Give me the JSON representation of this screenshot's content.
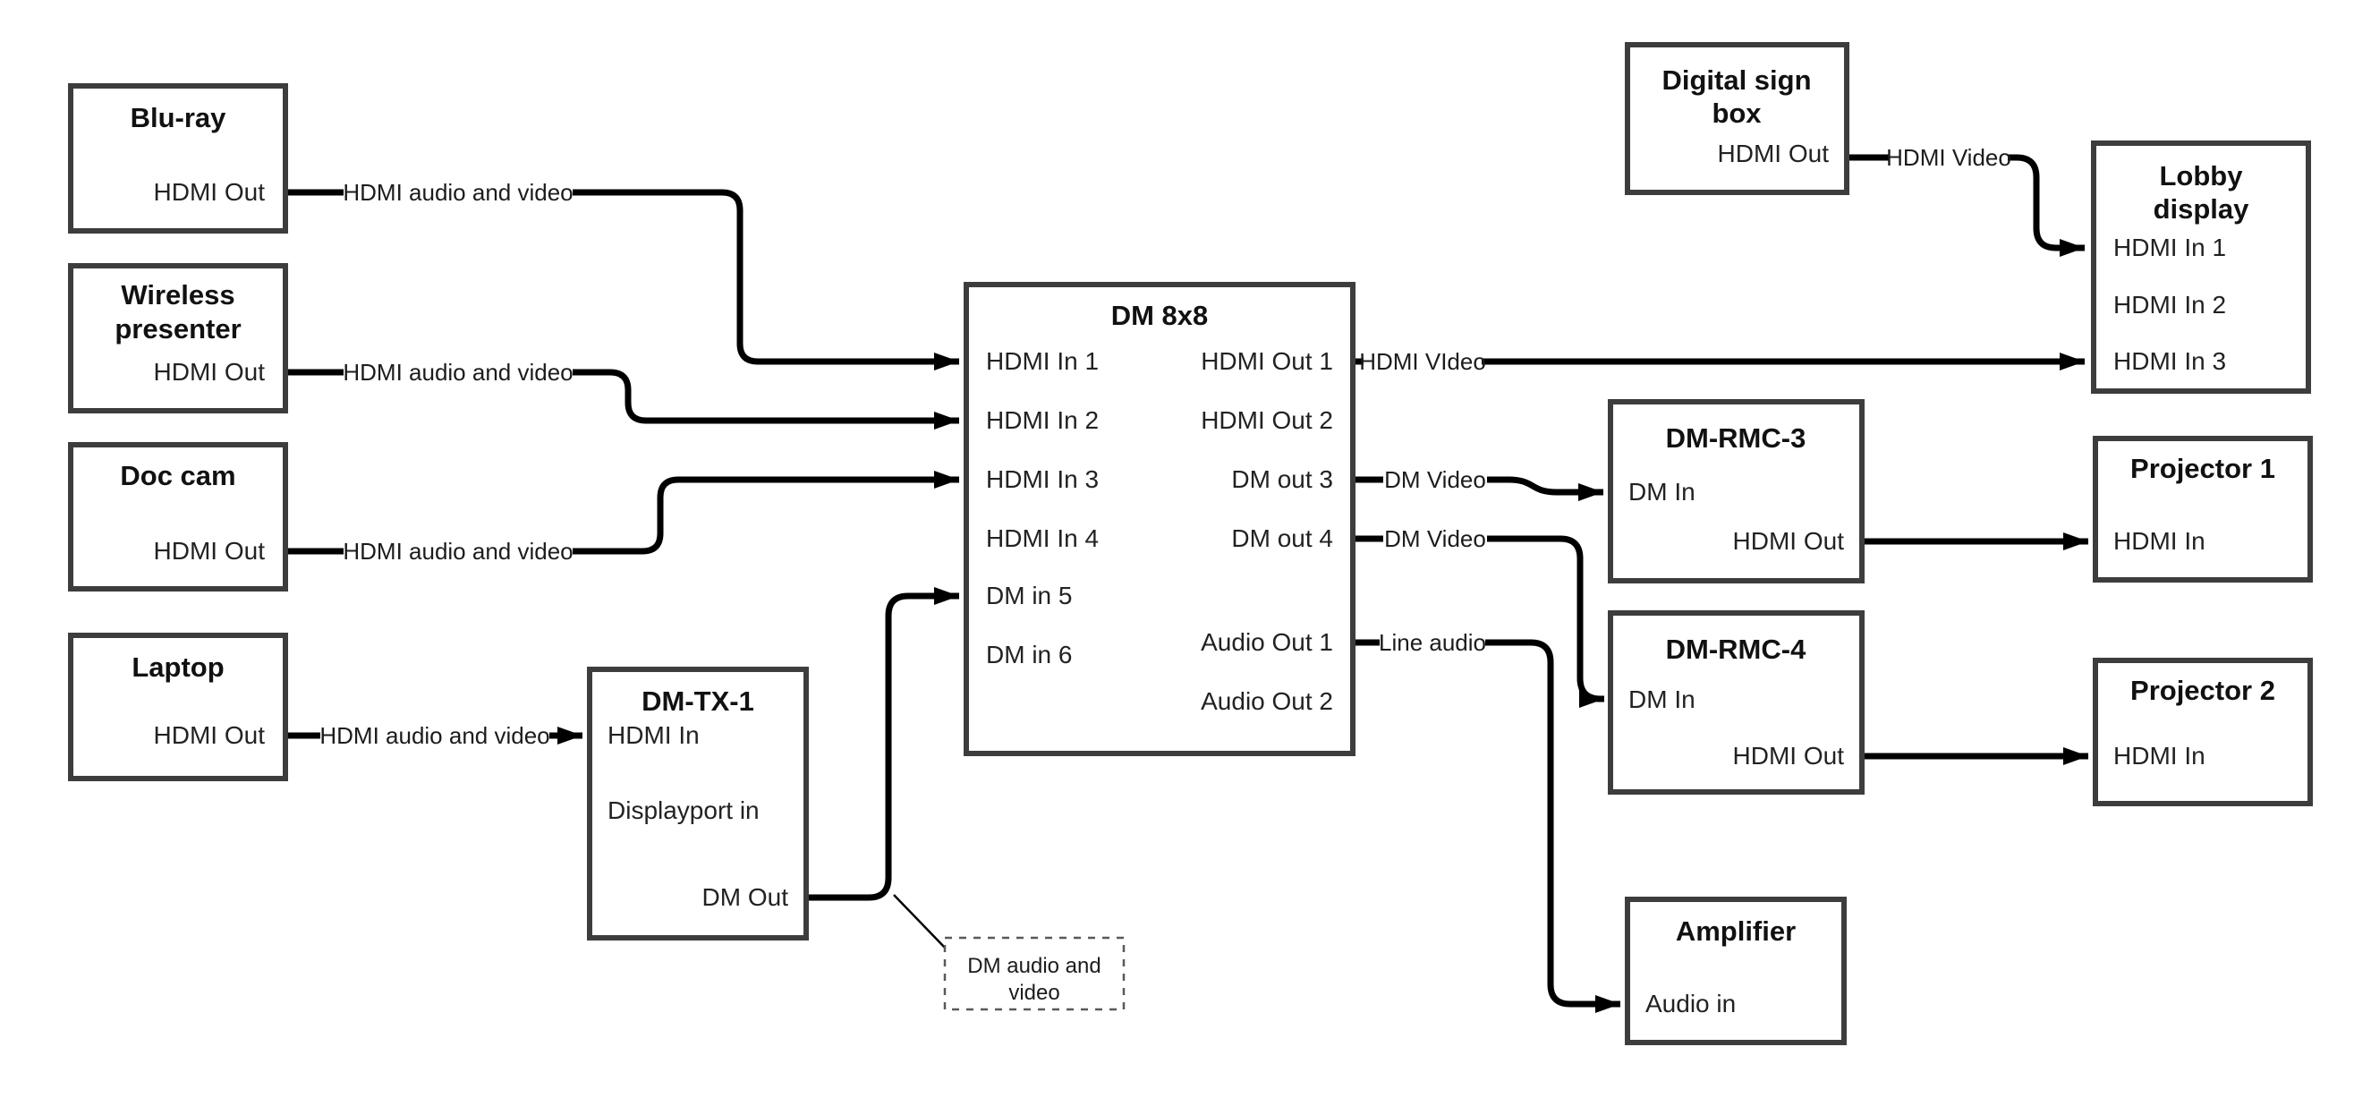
{
  "nodes": {
    "bluray": {
      "title1": "Blu-ray",
      "port_out": "HDMI Out"
    },
    "wireless": {
      "title1": "Wireless",
      "title2": "presenter",
      "port_out": "HDMI Out"
    },
    "doccam": {
      "title1": "Doc cam",
      "port_out": "HDMI Out"
    },
    "laptop": {
      "title1": "Laptop",
      "port_out": "HDMI Out"
    },
    "dmtx1": {
      "title1": "DM-TX-1",
      "port_hdmi_in": "HDMI In",
      "port_dp_in": "Displayport in",
      "port_dm_out": "DM Out"
    },
    "dm8x8": {
      "title1": "DM 8x8",
      "in1": "HDMI In 1",
      "in2": "HDMI In 2",
      "in3": "HDMI In 3",
      "in4": "HDMI In 4",
      "in5": "DM in 5",
      "in6": "DM in 6",
      "out1": "HDMI Out 1",
      "out2": "HDMI Out 2",
      "out3": "DM out 3",
      "out4": "DM out 4",
      "aout1": "Audio Out 1",
      "aout2": "Audio Out 2"
    },
    "digitalsign": {
      "title1": "Digital sign",
      "title2": "box",
      "port_out": "HDMI Out"
    },
    "lobby": {
      "title1": "Lobby",
      "title2": "display",
      "in1": "HDMI In 1",
      "in2": "HDMI In 2",
      "in3": "HDMI In 3"
    },
    "dmrmc3": {
      "title1": "DM-RMC-3",
      "port_in": "DM In",
      "port_out": "HDMI Out"
    },
    "proj1": {
      "title1": "Projector 1",
      "port_in": "HDMI In"
    },
    "dmrmc4": {
      "title1": "DM-RMC-4",
      "port_in": "DM In",
      "port_out": "HDMI Out"
    },
    "proj2": {
      "title1": "Projector 2",
      "port_in": "HDMI In"
    },
    "amplifier": {
      "title1": "Amplifier",
      "port_in": "Audio in"
    }
  },
  "edges": {
    "bluray_to_dm8x8": "HDMI audio and video",
    "wireless_to_dm8x8": "HDMI audio and video",
    "doccam_to_dm8x8": "HDMI audio and video",
    "laptop_to_dmtx1": "HDMI audio and video",
    "dm8x8_out1_to_lobby": "HDMI VIdeo",
    "dm8x8_out3_to_dmrmc3": "DM Video",
    "dm8x8_out4_to_dmrmc4": "DM Video",
    "dm8x8_audio1_to_amplifier": "Line audio",
    "digitalsign_to_lobby": "HDMI Video"
  },
  "annotation": {
    "line1": "DM audio and",
    "line2": "video"
  },
  "colors": {
    "connector": "#000000",
    "box_border": "#3d3d3d",
    "text": "#1c1c1c",
    "background": "#ffffff"
  }
}
